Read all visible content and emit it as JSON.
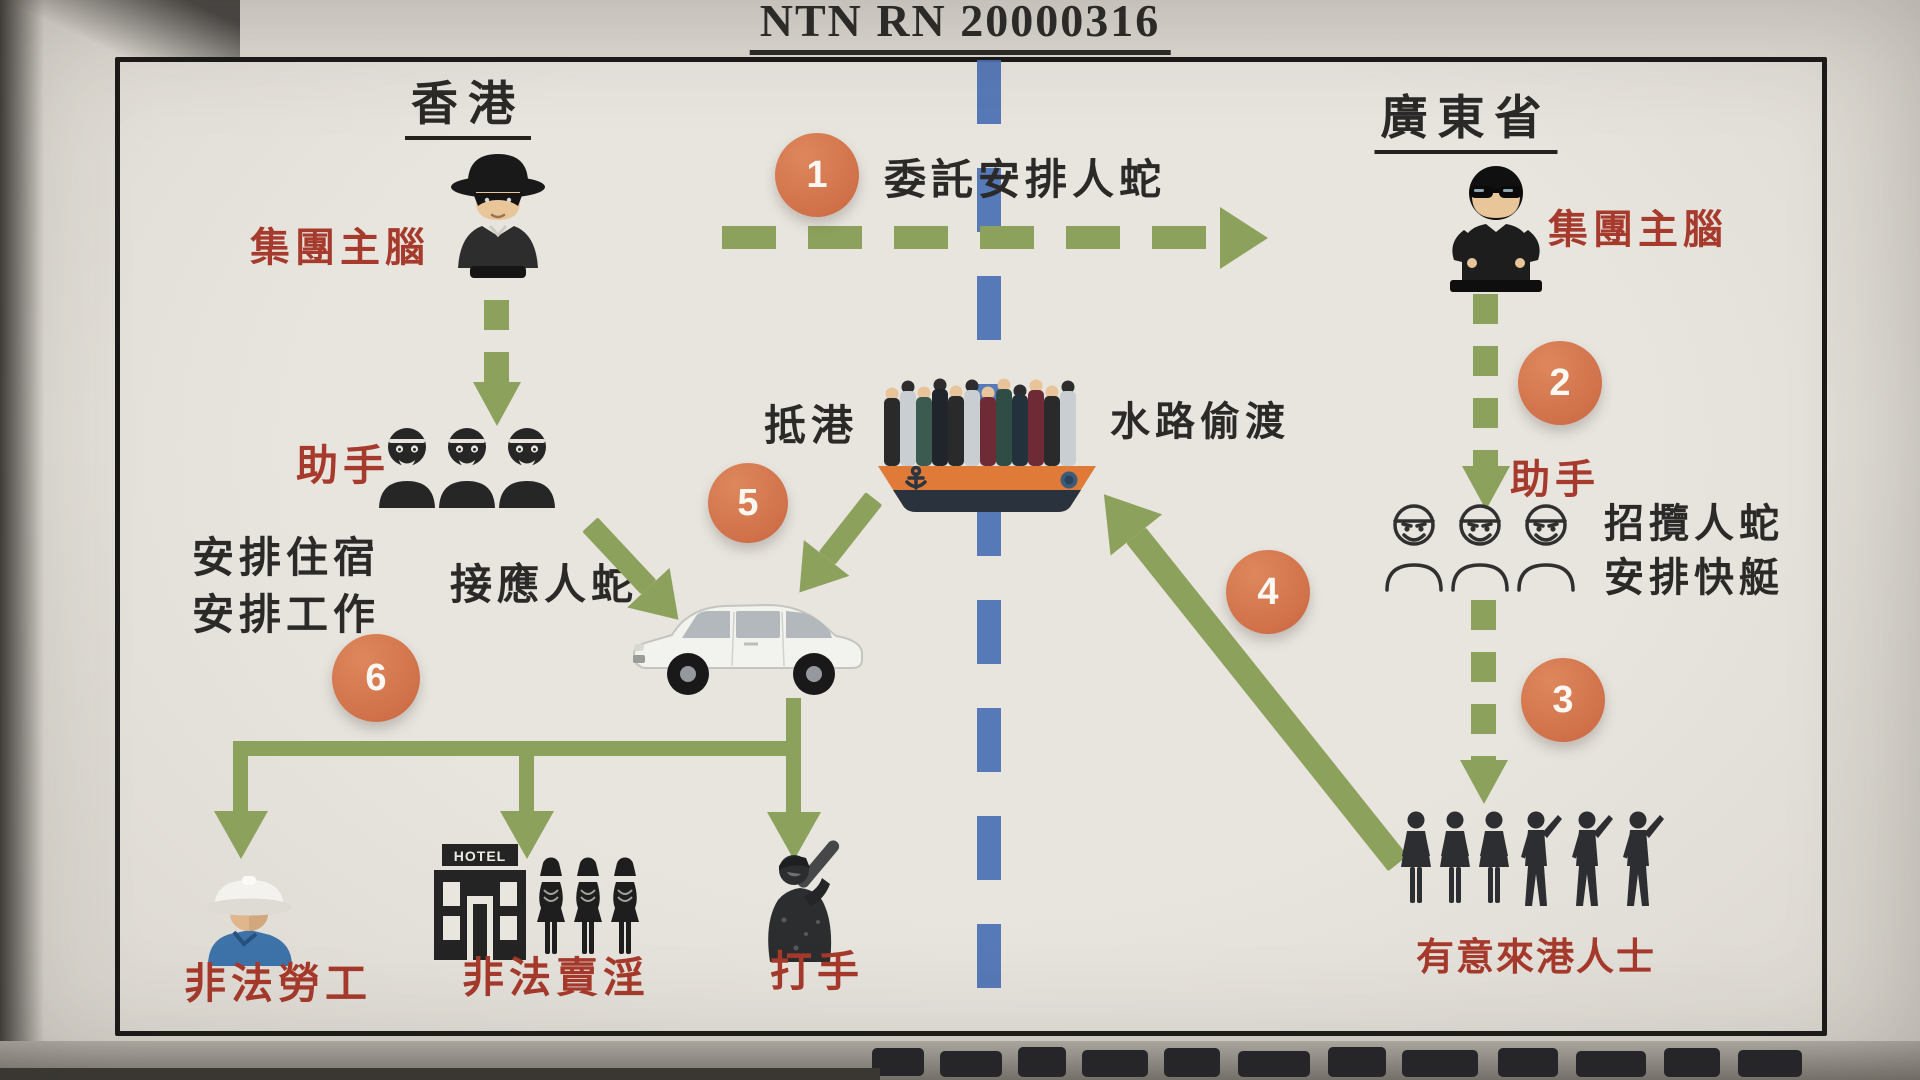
{
  "title": "NTN RN 20000316",
  "regions": {
    "hong_kong": "香港",
    "guangdong": "廣東省"
  },
  "steps": [
    "1",
    "2",
    "3",
    "4",
    "5",
    "6"
  ],
  "labels": {
    "hk_mastermind": "集團主腦",
    "gd_mastermind": "集團主腦",
    "hk_assistants": "助手",
    "hk_duty_1": "安排住宿",
    "hk_duty_2": "安排工作",
    "gd_assistants": "助手",
    "gd_duty_1": "招攬人蛇",
    "gd_duty_2": "安排快艇",
    "step1_action": "委託安排人蛇",
    "arrive_hk": "抵港",
    "sea_smuggling": "水路偷渡",
    "pickup": "接應人蛇",
    "illegal_worker": "非法勞工",
    "illegal_prostitution": "非法賣淫",
    "thug": "打手",
    "migrants": "有意來港人士",
    "hotel_sign": "HOTEL"
  },
  "colors": {
    "arrow_green": "#8ca25c",
    "divider_blue": "#4a70b4",
    "circle_orange": "#d0714a",
    "label_red": "#a63a2c",
    "text_black": "#2b2a28",
    "boat_orange": "#df7a38"
  }
}
